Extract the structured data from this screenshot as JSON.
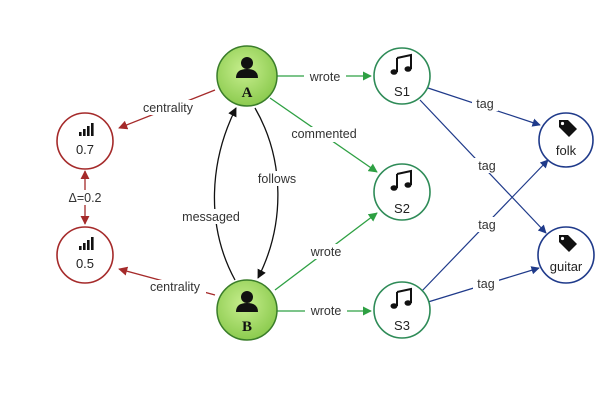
{
  "nodes": {
    "user_a": {
      "label": "A"
    },
    "user_b": {
      "label": "B"
    },
    "song_1": {
      "label": "S1"
    },
    "song_2": {
      "label": "S2"
    },
    "song_3": {
      "label": "S3"
    },
    "tag_folk": {
      "label": "folk"
    },
    "tag_guitar": {
      "label": "guitar"
    },
    "metric_a": {
      "label": "0.7"
    },
    "metric_b": {
      "label": "0.5"
    }
  },
  "edges": {
    "a_wrote_s1": "wrote",
    "a_commented_s2": "commented",
    "a_follows_b": "follows",
    "b_messaged_a": "messaged",
    "b_wrote_s2": "wrote",
    "b_wrote_s3": "wrote",
    "a_centrality": "centrality",
    "b_centrality": "centrality",
    "s1_tag_folk": "tag",
    "s1_tag_guitar": "tag",
    "s3_tag_folk": "tag",
    "s3_tag_guitar": "tag",
    "metric_delta": "Δ=0.2"
  },
  "colors": {
    "user_fill": "#a8dc6a",
    "user_stroke": "#3a7d2a",
    "song_stroke": "#2e8b57",
    "tag_stroke": "#1f3a8a",
    "metric_stroke": "#a52a2a",
    "green_edge": "#2ea043",
    "blue_edge": "#1f3a8a",
    "red_edge": "#a52a2a",
    "black_edge": "#111111"
  },
  "icons": {
    "user": "person-icon",
    "song": "music-note-icon",
    "tag": "tag-icon",
    "metric": "signal-bars-icon"
  }
}
